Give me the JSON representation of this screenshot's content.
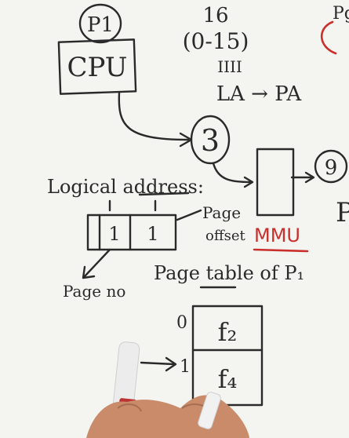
{
  "diagram": {
    "process_label": "P1",
    "cpu_label": "CPU",
    "pages_count": "16",
    "pages_range": "(0-15)",
    "bits": "IIII",
    "la_pa": "LA → PA",
    "la_value": "3",
    "pa_value": "9",
    "logical_address_title": "Logical address:",
    "page_bits": "1",
    "offset_bits": "1",
    "page_label": "Page",
    "offset_label": "offset",
    "mmu_label": "MMU",
    "page_no_label": "Page no",
    "page_table_title": "Page table of P₁",
    "page_table": [
      {
        "index": "0",
        "frame": "f₂"
      },
      {
        "index": "1",
        "frame": "f₄"
      }
    ],
    "edge_partial_top": "Pg",
    "edge_partial_mid": "P",
    "colors": {
      "ink": "#2a2a2a",
      "mmu": "#c9302c",
      "accent": "#c9302c"
    }
  }
}
